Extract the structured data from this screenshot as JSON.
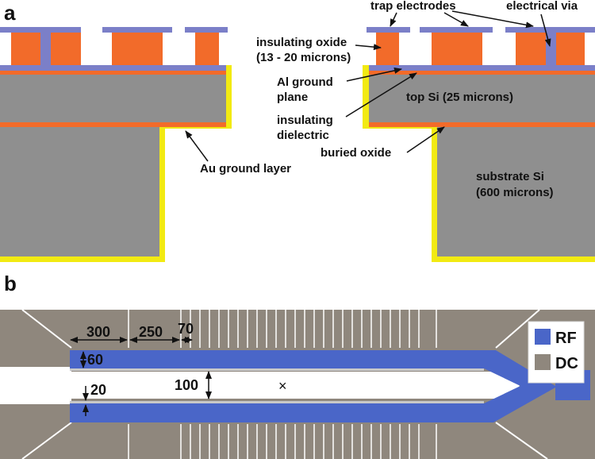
{
  "panel_a": {
    "label": "a",
    "annotations": {
      "trap_electrodes": "trap electrodes",
      "electrical_via": "electrical via",
      "insulating_oxide_1": "insulating oxide",
      "insulating_oxide_2": "(13 - 20 microns)",
      "al_ground_1": "Al ground",
      "al_ground_2": "plane",
      "top_si": "top Si (25 microns)",
      "insulating_dielectric_1": "insulating",
      "insulating_dielectric_2": "dielectric",
      "buried_oxide": "buried oxide",
      "au_ground_layer": "Au ground layer",
      "substrate_si_1": "substrate Si",
      "substrate_si_2": "(600 microns)"
    }
  },
  "panel_b": {
    "label": "b",
    "dimensions": {
      "d300": "300",
      "d250": "250",
      "d70": "70",
      "d60": "60",
      "d100": "100",
      "d20": "20"
    },
    "center_marker": "×",
    "legend": [
      {
        "label": "RF",
        "color": "#4a66c8"
      },
      {
        "label": "DC",
        "color": "#8f877d"
      }
    ]
  },
  "colors": {
    "silicon": "#8f8f8f",
    "oxide": "#f26b2a",
    "electrode": "#7b7fc8",
    "gold": "#f2ea12",
    "rf": "#4a66c8",
    "dc": "#8f877d"
  }
}
